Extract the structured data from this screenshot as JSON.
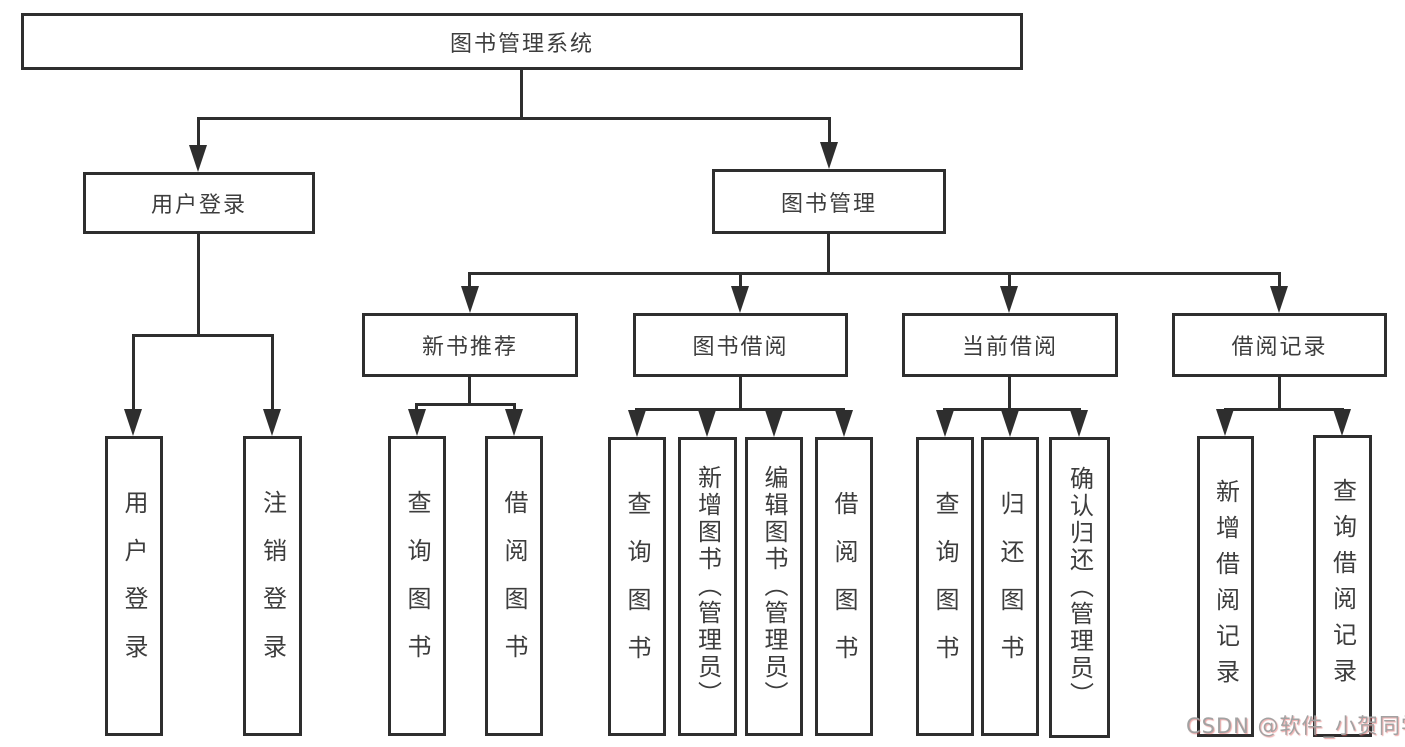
{
  "diagram": {
    "title": "图书管理系统",
    "colors": {
      "line": "#2e2e2e",
      "text": "#3d3d3d",
      "watermark": "#a2a2a2"
    },
    "nodes": {
      "root": "图书管理系统",
      "user_login": "用户登录",
      "book_mgmt": "图书管理",
      "new_rec": "新书推荐",
      "book_borrow": "图书借阅",
      "current_borrow": "当前借阅",
      "borrow_records": "借阅记录",
      "leaf_user_login": "用户登录",
      "leaf_logout": "注销登录",
      "leaf_rec_query": "查询图书",
      "leaf_rec_borrow": "借阅图书",
      "leaf_bb_query": "查询图书",
      "leaf_bb_add": "新增图书（管理员）",
      "leaf_bb_edit": "编辑图书（管理员）",
      "leaf_bb_borrow": "借阅图书",
      "leaf_cur_query": "查询图书",
      "leaf_cur_return": "归还图书",
      "leaf_cur_confirm": "确认归还（管理员）",
      "leaf_rcd_add": "新增借阅记录",
      "leaf_rcd_query": "查询借阅记录"
    },
    "edges": [
      "图书管理系统→用户登录",
      "图书管理系统→图书管理",
      "用户登录→用户登录",
      "用户登录→注销登录",
      "图书管理→新书推荐",
      "图书管理→图书借阅",
      "图书管理→当前借阅",
      "图书管理→借阅记录",
      "新书推荐→查询图书",
      "新书推荐→借阅图书",
      "图书借阅→查询图书",
      "图书借阅→新增图书（管理员）",
      "图书借阅→编辑图书（管理员）",
      "图书借阅→借阅图书",
      "当前借阅→查询图书",
      "当前借阅→归还图书",
      "当前借阅→确认归还（管理员）",
      "借阅记录→新增借阅记录",
      "借阅记录→查询借阅记录"
    ],
    "watermark": "CSDN @软件_小贺同学"
  }
}
